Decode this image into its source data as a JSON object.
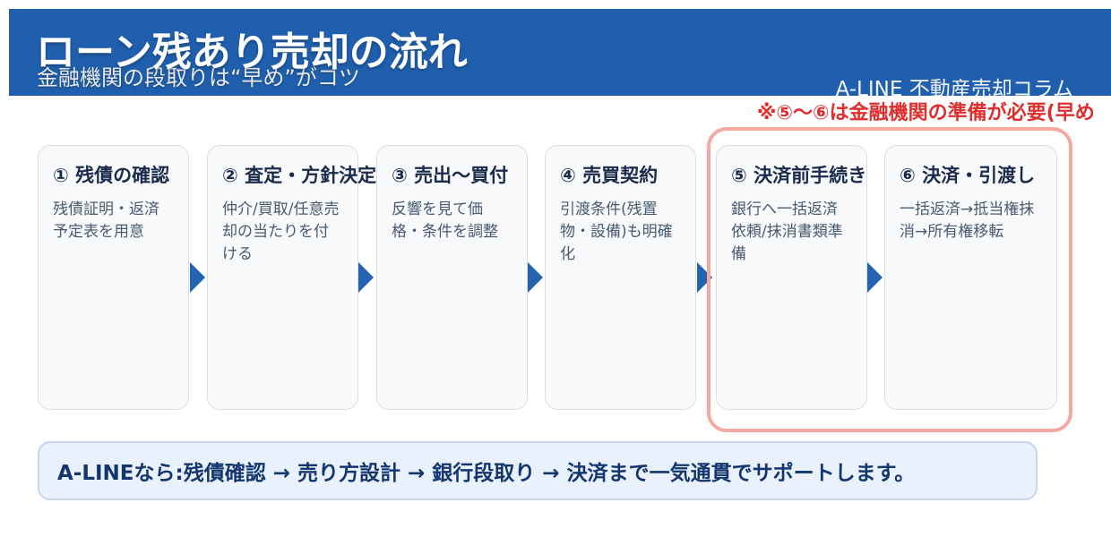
{
  "header": {
    "title": "ローン残あり売却の流れ",
    "subtitle": "金融機関の段取りは“早め”がコツ",
    "brand": "A-LINE 不動産売却コラム"
  },
  "note": {
    "text": "※⑤〜⑥は金融機関の準備が必要(早め"
  },
  "steps": [
    {
      "title": "① 残債の確認",
      "body": "残債証明・返済予定表を用意"
    },
    {
      "title": "② 査定・方針決定",
      "body": "仲介/買取/任意売却の当たりを付ける"
    },
    {
      "title": "③ 売出〜買付",
      "body": "反響を見て価格・条件を調整"
    },
    {
      "title": "④ 売買契約",
      "body": "引渡条件(残置物・設備)も明確化"
    },
    {
      "title": "⑤ 決済前手続き",
      "body": "銀行へ一括返済依頼/抹消書類準備"
    },
    {
      "title": "⑥ 決済・引渡し",
      "body": "一括返済→抵当権抹消→所有権移転"
    }
  ],
  "banner": {
    "text": "A-LINEなら:残債確認 → 売り方設計 → 銀行段取り → 決済まで一気通貫でサポートします。"
  },
  "colors": {
    "header_blue": "#1f5fad",
    "arrow_blue": "#2363b0",
    "accent_red": "#e02e2e",
    "highlight_pink": "#f5a8a2",
    "card_bg": "#f8f9fb",
    "card_border": "#d9dee5",
    "card_title": "#1b2b4b",
    "card_body": "#475a72",
    "banner_bg": "#e9f1fc",
    "banner_border": "#c3d7ef",
    "banner_text": "#14366e"
  }
}
